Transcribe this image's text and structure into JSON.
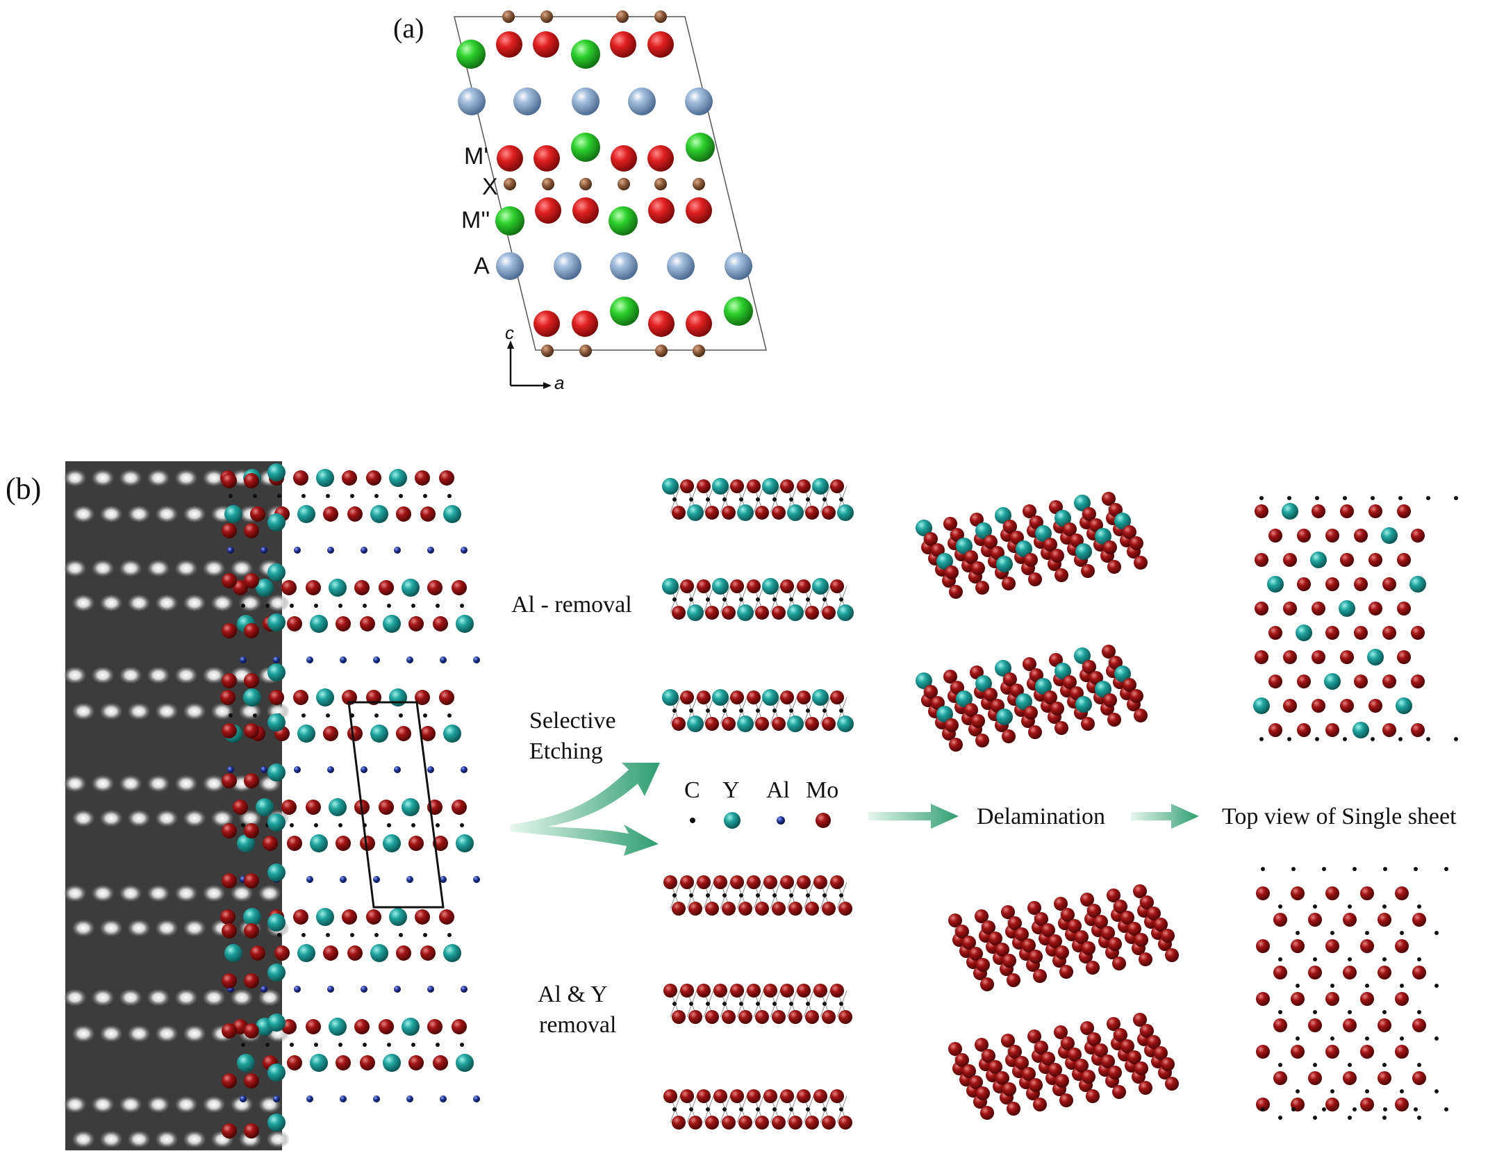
{
  "panel_a": {
    "label": "(a)",
    "layer_labels": {
      "m_prime": "M'",
      "x": "X",
      "m_double_prime": "M''",
      "a": "A"
    },
    "axis": {
      "c": "c",
      "a": "a"
    }
  },
  "panel_b": {
    "label": "(b)",
    "route_top_label": "Al - removal",
    "etching_label_line1": "Selective",
    "etching_label_line2": "Etching",
    "route_bottom_label_line1": "Al & Y",
    "route_bottom_label_line2": "removal",
    "delamination_label": "Delamination",
    "top_view_label": "Top view of Single sheet",
    "legend": [
      {
        "symbol": "C",
        "color": "#111111"
      },
      {
        "symbol": "Y",
        "color": "#1f9a96"
      },
      {
        "symbol": "Al",
        "color": "#1c2f8f"
      },
      {
        "symbol": "Mo",
        "color": "#a01414"
      }
    ]
  },
  "colors": {
    "red": "#d61d1d",
    "green": "#23c423",
    "blue_grey": "#7fa0c4",
    "brown": "#8a5a3a",
    "teal": "#1f9a96",
    "dark_red": "#a01414",
    "navy": "#1c2f8f",
    "arrow_green": "#3aa67a"
  }
}
